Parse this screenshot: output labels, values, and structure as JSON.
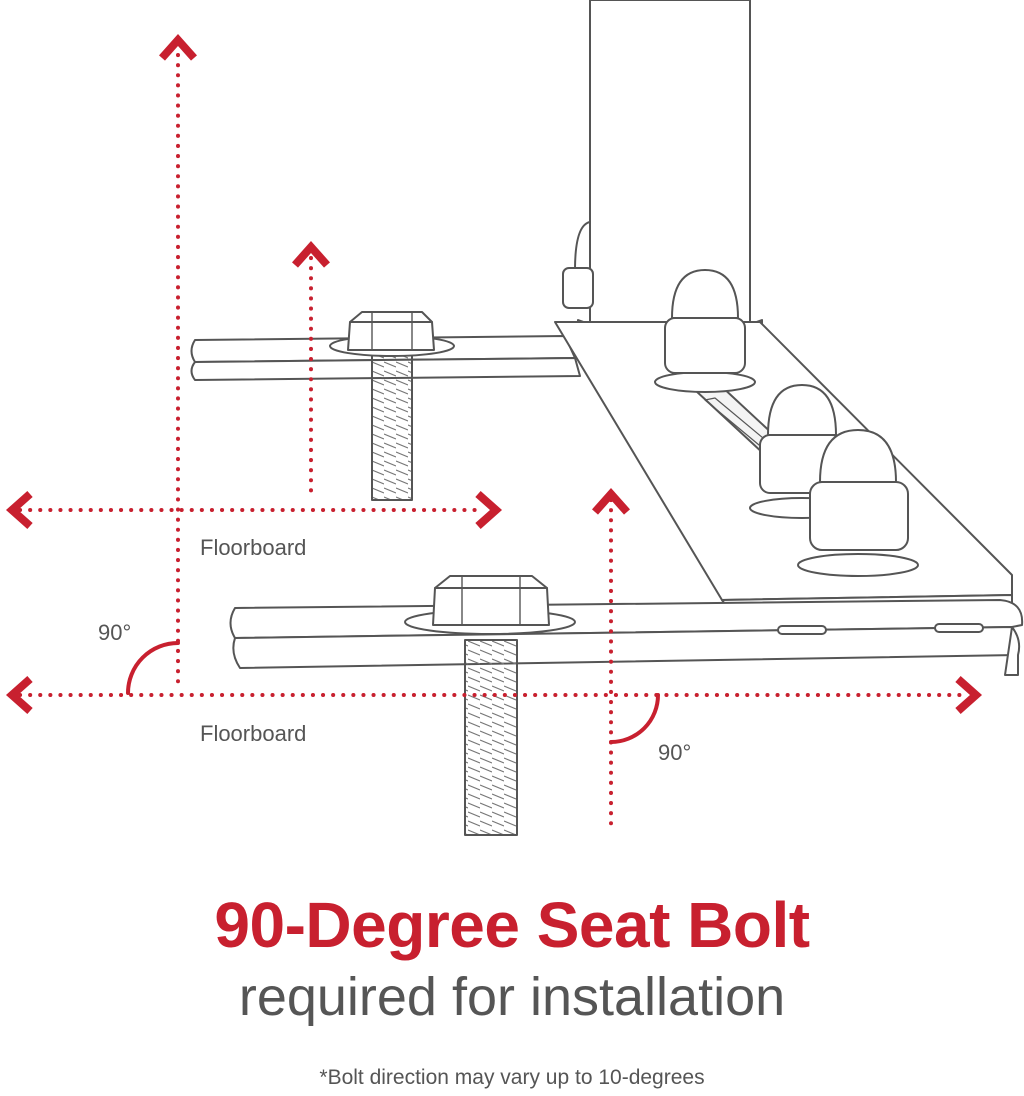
{
  "labels": {
    "floorboard_upper": "Floorboard",
    "floorboard_lower": "Floorboard",
    "angle_left": "90°",
    "angle_right": "90°"
  },
  "headline": {
    "title": "90-Degree Seat Bolt",
    "subtitle": "required for installation",
    "footnote": "*Bolt direction may vary up to 10-degrees"
  },
  "colors": {
    "accent": "#c8202f",
    "line_art": "#555555",
    "text": "#555555",
    "background": "#ffffff"
  }
}
